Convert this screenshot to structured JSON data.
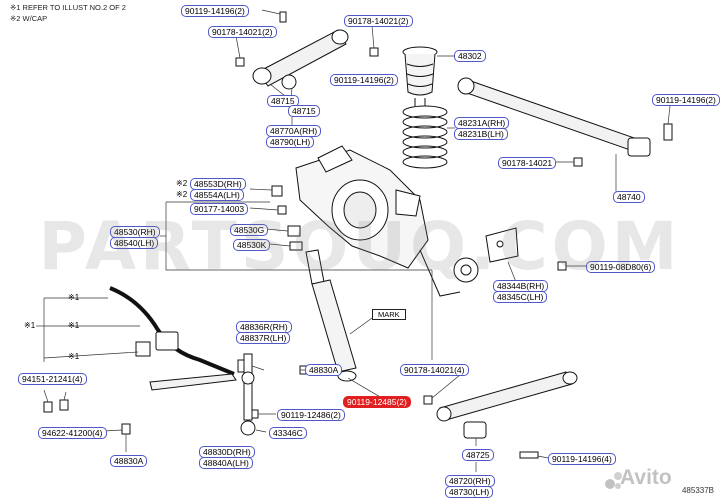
{
  "notes": [
    "※1 REFER TO ILLUST NO.2 OF 2",
    "※2 W/CAP"
  ],
  "prefixes": {
    "star1": "※1",
    "star2": "※2"
  },
  "labels": [
    {
      "id": "l1",
      "text": "90119-14196(2)"
    },
    {
      "id": "l2",
      "text": "90178-14021(2)"
    },
    {
      "id": "l3",
      "text": "90178-14021(2)"
    },
    {
      "id": "l4",
      "text": "48302"
    },
    {
      "id": "l5",
      "text": "90119-14196(2)"
    },
    {
      "id": "l6",
      "text": "90119-14196(2)"
    },
    {
      "id": "l7",
      "text": "48715"
    },
    {
      "id": "l8",
      "text": "48715"
    },
    {
      "id": "l9",
      "text": "48770A(RH)"
    },
    {
      "id": "l10",
      "text": "48790(LH)"
    },
    {
      "id": "l11",
      "text": "48231A(RH)"
    },
    {
      "id": "l12",
      "text": "48231B(LH)"
    },
    {
      "id": "l13",
      "text": "90178-14021"
    },
    {
      "id": "l14",
      "text": "48740"
    },
    {
      "id": "l15",
      "text": "48553D(RH)"
    },
    {
      "id": "l16",
      "text": "48554A(LH)"
    },
    {
      "id": "l17",
      "text": "90177-14003"
    },
    {
      "id": "l18",
      "text": "48530(RH)"
    },
    {
      "id": "l19",
      "text": "48540(LH)"
    },
    {
      "id": "l20",
      "text": "48530G"
    },
    {
      "id": "l21",
      "text": "48530K"
    },
    {
      "id": "l22",
      "text": "90119-08D80(6)"
    },
    {
      "id": "l23",
      "text": "48344B(RH)"
    },
    {
      "id": "l24",
      "text": "48345C(LH)"
    },
    {
      "id": "l25",
      "text": "48836R(RH)"
    },
    {
      "id": "l26",
      "text": "48837R(LH)"
    },
    {
      "id": "l27",
      "text": "48830A"
    },
    {
      "id": "l28",
      "text": "94151-21241(4)"
    },
    {
      "id": "l29",
      "text": "90178-14021(4)"
    },
    {
      "id": "l30",
      "text": "90119-12486(2)"
    },
    {
      "id": "l31",
      "text": "90119-12485(2)"
    },
    {
      "id": "l32",
      "text": "94622-41200(4)"
    },
    {
      "id": "l33",
      "text": "43346C"
    },
    {
      "id": "l34",
      "text": "48830D(RH)"
    },
    {
      "id": "l35",
      "text": "48840A(LH)"
    },
    {
      "id": "l36",
      "text": "48725"
    },
    {
      "id": "l37",
      "text": "90119-14196(4)"
    },
    {
      "id": "l38",
      "text": "48830A"
    },
    {
      "id": "l39",
      "text": "48720(RH)"
    },
    {
      "id": "l40",
      "text": "48730(LH)"
    }
  ],
  "mark_tag": "MARK",
  "watermark": "PARTSOUQ.COM",
  "illustration_code": "485337B",
  "avito_brand": "Avito"
}
